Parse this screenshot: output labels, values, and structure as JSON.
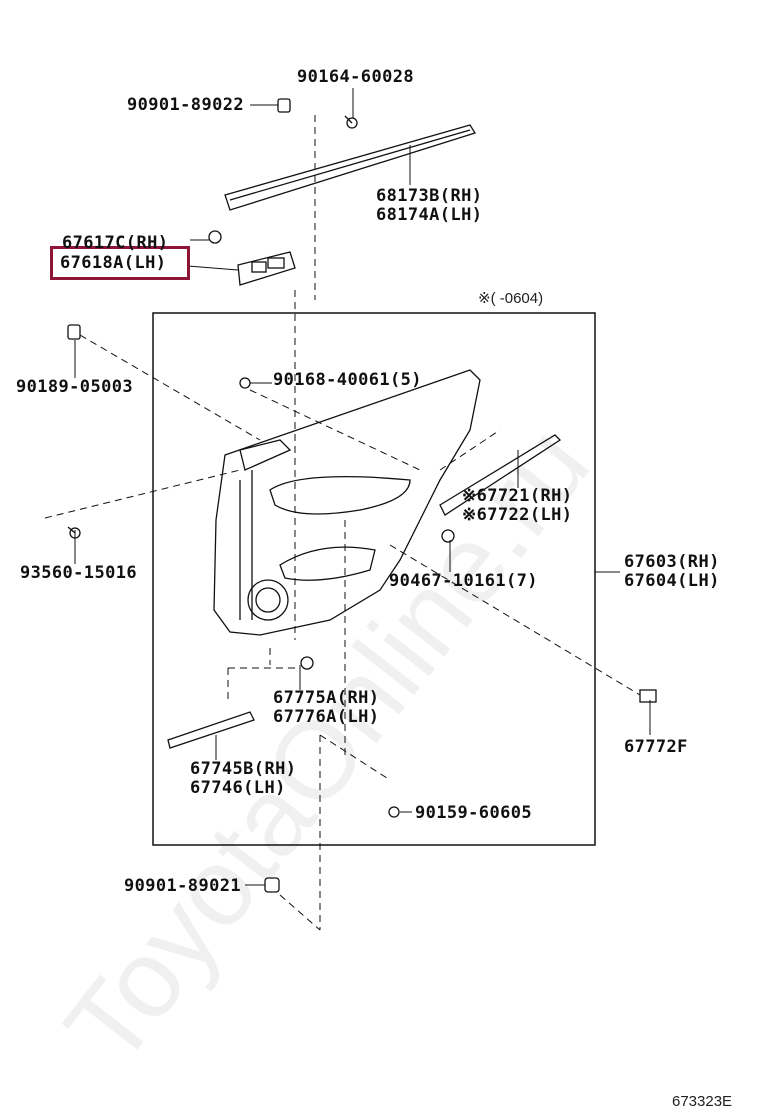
{
  "watermark": "ToyotaOnline.ru",
  "applicability_note": "※(     -0604)",
  "highlight_color": "#8e1538",
  "diagram_id": "673323E",
  "labels": {
    "p90164": "90164-60028",
    "p90901_89022": "90901-89022",
    "p68173": "68173B(RH)",
    "p68174": "68174A(LH)",
    "p67617": "67617C(RH)",
    "p67618": "67618A(LH)",
    "p90189": "90189-05003",
    "p90168": "90168-40061(5)",
    "p67721": "※67721(RH)",
    "p67722": "※67722(LH)",
    "p93560": "93560-15016",
    "p67603": "67603(RH)",
    "p67604": "67604(LH)",
    "p90467": "90467-10161(7)",
    "p67775": "67775A(RH)",
    "p67776": "67776A(LH)",
    "p67772": "67772F",
    "p67745": "67745B(RH)",
    "p67746": "67746(LH)",
    "p90159": "90159-60605",
    "p90901_89021": "90901-89021"
  }
}
